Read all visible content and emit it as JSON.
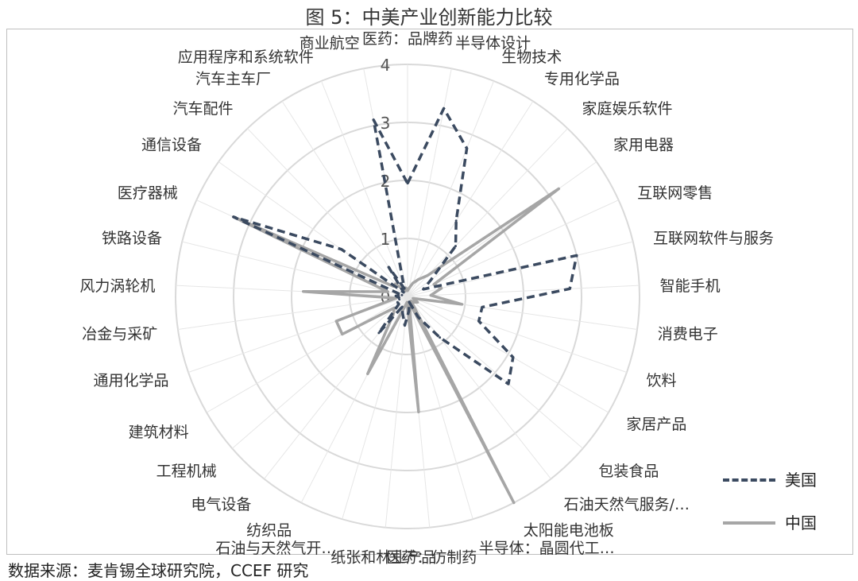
{
  "title": "图 5：中美产业创新能力比较",
  "source": "数据来源：麦肯锡全球研究院，CCEF 研究",
  "chart_data": {
    "type": "radar",
    "rmax": 4,
    "ticks": [
      0,
      1,
      2,
      3,
      4
    ],
    "tick_labels": [
      "0",
      "1",
      "2",
      "3",
      "4"
    ],
    "grid": true,
    "legend_position": "bottom-right",
    "categories": [
      "医药：品牌药",
      "半导体设计",
      "生物技术",
      "专用化学品",
      "家庭娱乐软件",
      "家用电器",
      "互联网零售",
      "互联网软件与服务",
      "智能手机",
      "消费电子",
      "饮料",
      "家居产品",
      "包装食品",
      "石油天然气服务/…",
      "太阳能电池板",
      "半导体：晶圆代工…",
      "医药：仿制药",
      "纸张和林业产品",
      "石油与天然气开…",
      "纺织品",
      "电气设备",
      "工程机械",
      "建筑材料",
      "通用化学品",
      "冶金与采矿",
      "风力涡轮机",
      "铁路设备",
      "医疗器械",
      "通信设备",
      "汽车配件",
      "汽车主车厂",
      "应用程序和系统软件",
      "商业航空"
    ],
    "series": [
      {
        "name": "美国",
        "color": "#3b4a60",
        "dash": true,
        "values": [
          1.95,
          3.3,
          2.75,
          1.55,
          1.2,
          0.5,
          0.3,
          3.0,
          2.8,
          1.3,
          1.3,
          2.1,
          2.3,
          0.9,
          0.4,
          0.1,
          0.25,
          0.5,
          0.3,
          0.2,
          0.8,
          0.2,
          0.2,
          0.15,
          0.15,
          0.2,
          0.1,
          3.3,
          1.4,
          0.1,
          0.6,
          0.15,
          3.1
        ]
      },
      {
        "name": "中国",
        "color": "#a6a6a6",
        "dash": false,
        "values": [
          0.1,
          0.15,
          0.25,
          0.35,
          0.5,
          3.2,
          0.5,
          0.6,
          0.4,
          0.95,
          0.1,
          0.2,
          0.15,
          0.1,
          4.0,
          0.1,
          2.0,
          0.1,
          0.2,
          1.5,
          0.4,
          0.3,
          1.3,
          1.3,
          0.2,
          1.8,
          0.35,
          3.3,
          0.3,
          0.3,
          0.15,
          0.1,
          0.15
        ]
      }
    ]
  }
}
